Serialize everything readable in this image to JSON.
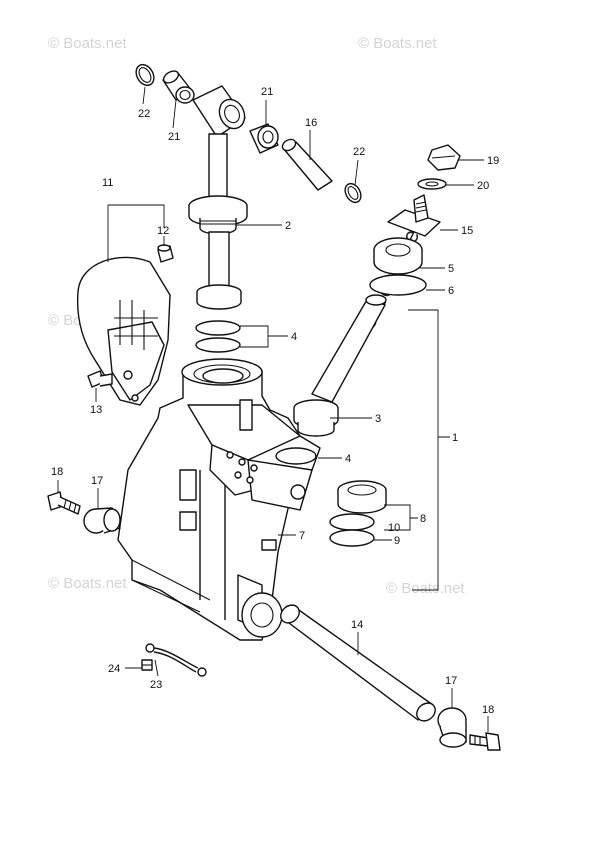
{
  "watermark": {
    "text": "© Boats.net"
  },
  "callouts": {
    "c1": "1",
    "c2": "2",
    "c3": "3",
    "c4a": "4",
    "c4b": "4",
    "c5": "5",
    "c6": "6",
    "c7": "7",
    "c8": "8",
    "c9": "9",
    "c10": "10",
    "c11": "11",
    "c12": "12",
    "c13": "13",
    "c14": "14",
    "c15": "15",
    "c16": "16",
    "c17a": "17",
    "c17b": "17",
    "c18a": "18",
    "c18b": "18",
    "c19": "19",
    "c20": "20",
    "c21a": "21",
    "c21b": "21",
    "c22a": "22",
    "c22b": "22",
    "c23": "23",
    "c24": "24"
  }
}
